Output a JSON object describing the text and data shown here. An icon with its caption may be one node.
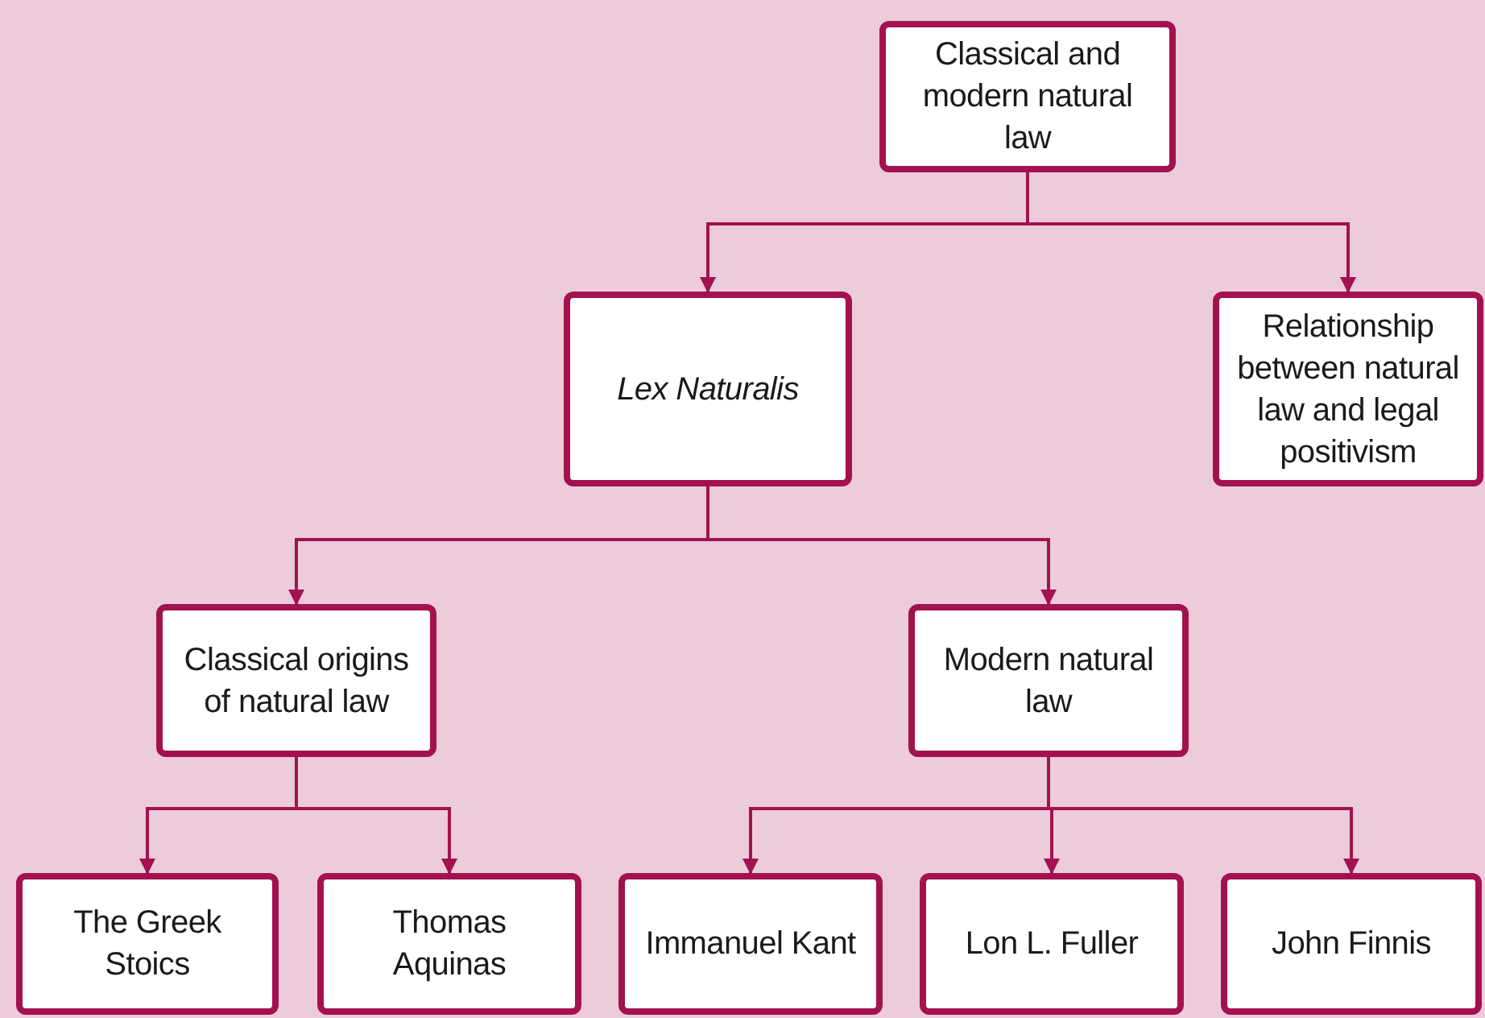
{
  "diagram": {
    "nodes": [
      {
        "text": [
          "Classical and modern natural law"
        ]
      },
      {
        "text": [
          "Lex Naturalis"
        ]
      },
      {
        "text": [
          "Relationship between natural law and legal positivism"
        ]
      },
      {
        "text": [
          "Classical origins of natural law"
        ]
      },
      {
        "text": [
          "Modern natural law"
        ]
      },
      {
        "text": [
          "The Greek Stoics"
        ]
      },
      {
        "text": [
          "Thomas Aquinas"
        ]
      },
      {
        "text": [
          "Immanuel Kant"
        ]
      },
      {
        "text": [
          "Lon L. Fuller"
        ]
      },
      {
        "text": [
          "John Finnis"
        ]
      }
    ],
    "edges": [
      {
        "from": 0,
        "to": 1,
        "arrow": "to"
      },
      {
        "from": 0,
        "to": 2,
        "arrow": "to"
      },
      {
        "from": 1,
        "to": 3,
        "arrow": "to"
      },
      {
        "from": 1,
        "to": 4,
        "arrow": "to"
      },
      {
        "from": 3,
        "to": 5,
        "arrow": "to"
      },
      {
        "from": 3,
        "to": 6,
        "arrow": "to"
      },
      {
        "from": 4,
        "to": 7,
        "arrow": "to"
      },
      {
        "from": 4,
        "to": 8,
        "arrow": "to"
      },
      {
        "from": 4,
        "to": 9,
        "arrow": "to"
      }
    ]
  }
}
